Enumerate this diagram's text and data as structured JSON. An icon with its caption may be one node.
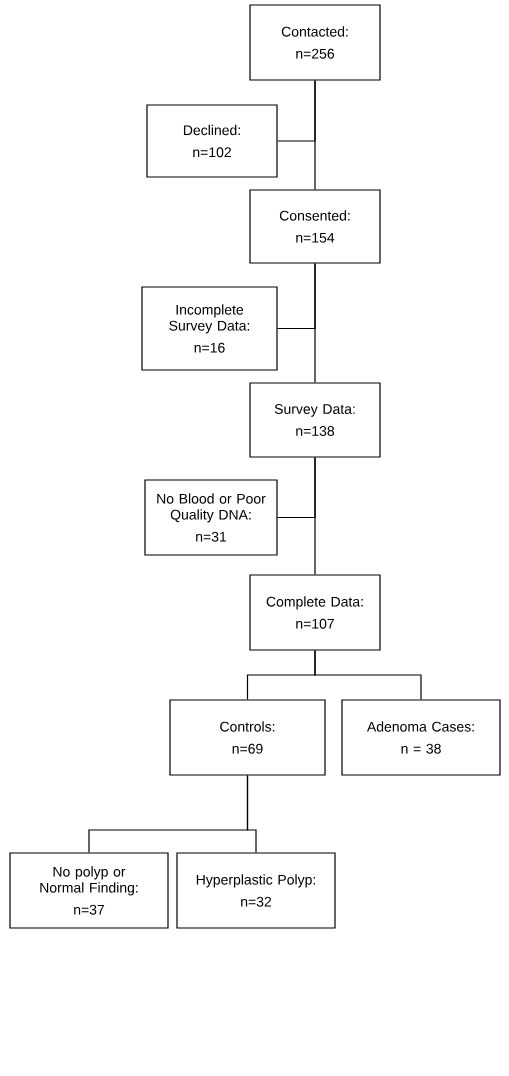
{
  "diagram": {
    "nodes": [
      {
        "text": [
          "Contacted:",
          "n=256"
        ]
      },
      {
        "text": [
          "Declined:",
          "n=102"
        ]
      },
      {
        "text": [
          "Consented:",
          "n=154"
        ]
      },
      {
        "text": [
          "Incomplete Survey Data:",
          "n=16"
        ]
      },
      {
        "text": [
          "Survey Data:",
          "n=138"
        ]
      },
      {
        "text": [
          "No Blood or Poor Quality DNA:",
          "n=31"
        ]
      },
      {
        "text": [
          "Complete Data:",
          "n=107"
        ]
      },
      {
        "text": [
          "Controls:",
          "n=69"
        ]
      },
      {
        "text": [
          "Adenoma Cases:",
          "n = 38"
        ]
      },
      {
        "text": [
          "No polyp or Normal Finding:",
          "n=37"
        ]
      },
      {
        "text": [
          "Hyperplastic Polyp:",
          "n=32"
        ]
      }
    ],
    "edges": [
      {
        "from": 0,
        "to": 1,
        "arrow": "none"
      },
      {
        "from": 0,
        "to": 2,
        "arrow": "none"
      },
      {
        "from": 2,
        "to": 3,
        "arrow": "none"
      },
      {
        "from": 2,
        "to": 4,
        "arrow": "none"
      },
      {
        "from": 4,
        "to": 5,
        "arrow": "none"
      },
      {
        "from": 4,
        "to": 6,
        "arrow": "none"
      },
      {
        "from": 6,
        "to": 7,
        "arrow": "none"
      },
      {
        "from": 6,
        "to": 8,
        "arrow": "none"
      },
      {
        "from": 7,
        "to": 9,
        "arrow": "none"
      },
      {
        "from": 7,
        "to": 10,
        "arrow": "none"
      }
    ]
  }
}
